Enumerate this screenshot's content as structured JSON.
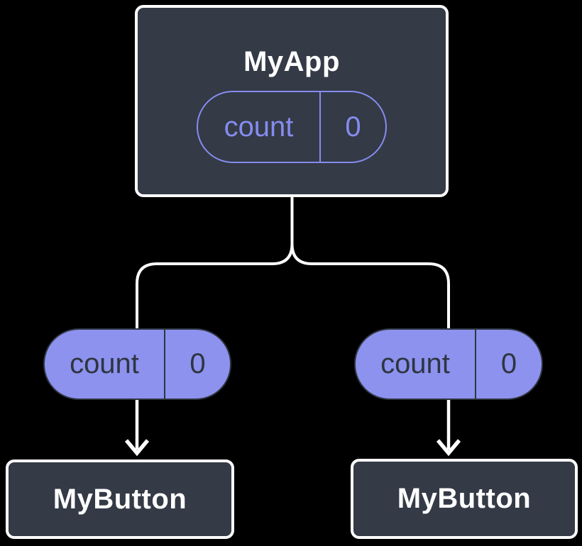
{
  "diagram": {
    "root": {
      "title": "MyApp",
      "state": {
        "label": "count",
        "value": "0"
      }
    },
    "children": [
      {
        "title": "MyButton",
        "prop": {
          "label": "count",
          "value": "0"
        }
      },
      {
        "title": "MyButton",
        "prop": {
          "label": "count",
          "value": "0"
        }
      }
    ]
  },
  "colors": {
    "background": "#000000",
    "node-fill": "#343A46",
    "node-border": "#FFFFFF",
    "text-white": "#FFFFFF",
    "accent": "#858CEF",
    "pill-fill": "#8C92EE",
    "dark-ink": "#2F3540",
    "connector": "#FFFFFF"
  }
}
